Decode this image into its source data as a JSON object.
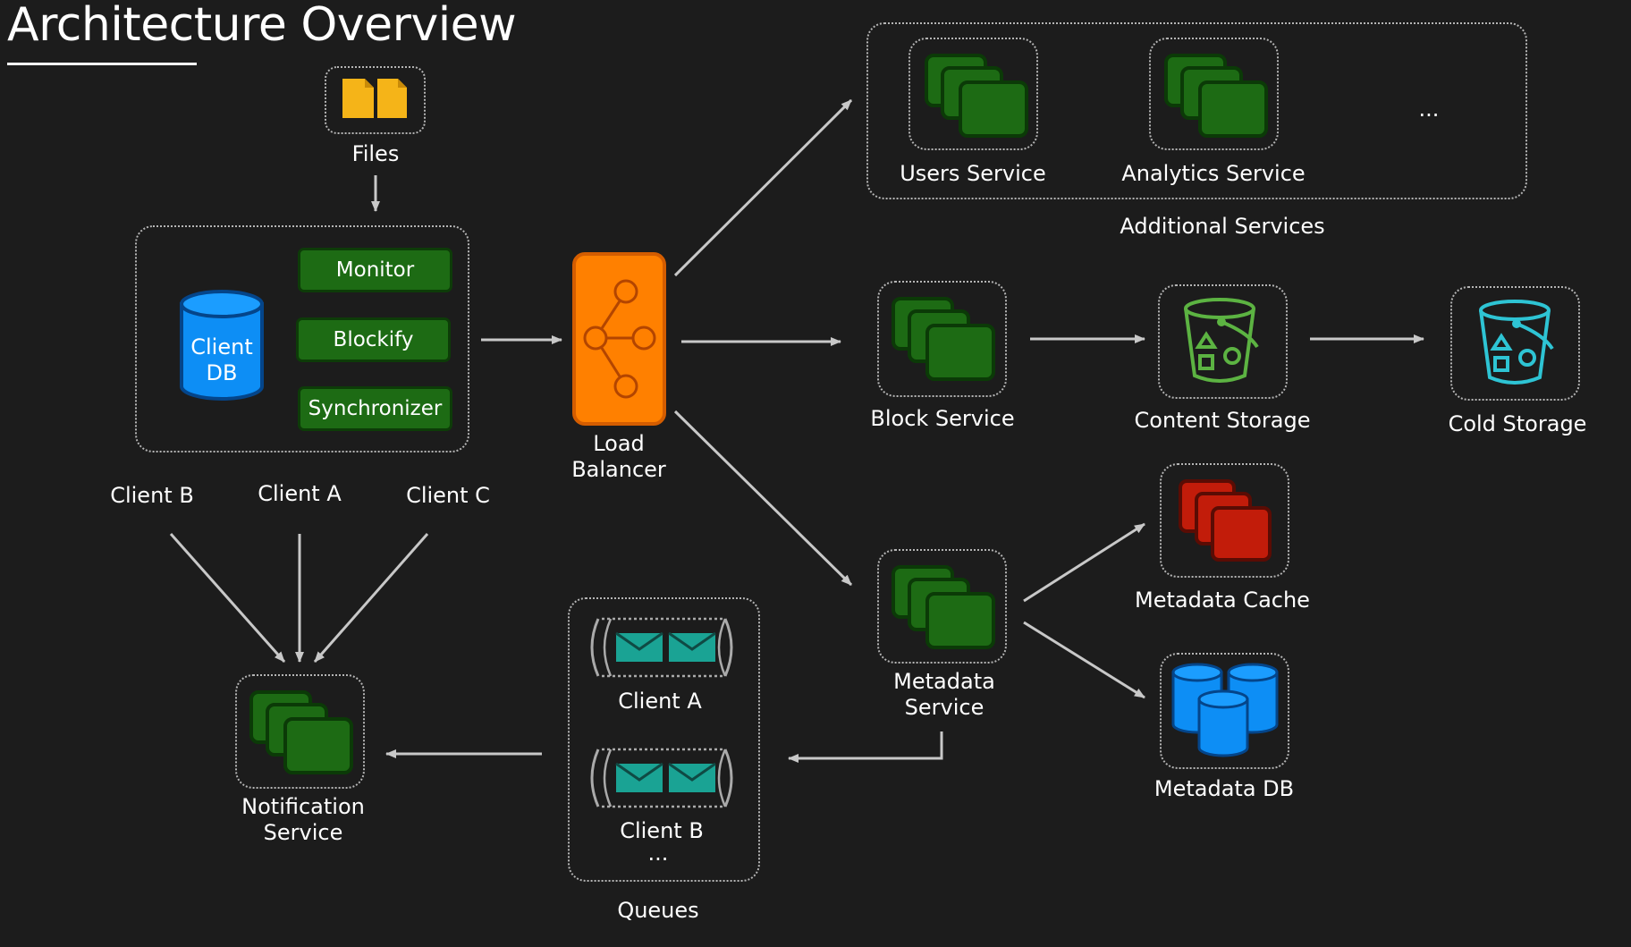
{
  "title": "Architecture Overview",
  "nodes": {
    "files": "Files",
    "monitor": "Monitor",
    "blockify": "Blockify",
    "synchronizer": "Synchronizer",
    "client_db_line1": "Client",
    "client_db_line2": "DB",
    "client_b": "Client B",
    "client_a": "Client A",
    "client_c": "Client C",
    "load_balancer_line1": "Load",
    "load_balancer_line2": "Balancer",
    "users_service": "Users Service",
    "analytics_service": "Analytics Service",
    "more_services": "...",
    "additional_services": "Additional Services",
    "block_service": "Block Service",
    "content_storage": "Content Storage",
    "cold_storage": "Cold Storage",
    "metadata_cache": "Metadata Cache",
    "metadata_db": "Metadata DB",
    "metadata_service_line1": "Metadata",
    "metadata_service_line2": "Service",
    "notification_service_line1": "Notification",
    "notification_service_line2": "Service",
    "queue_client_a": "Client A",
    "queue_client_b": "Client B",
    "queue_more": "...",
    "queues": "Queues"
  },
  "colors": {
    "background": "#1c1c1c",
    "service_green": "#1d6b14",
    "load_balancer_orange": "#ff8000",
    "database_blue": "#0d8ef5",
    "cache_red": "#c21c0a",
    "queue_teal": "#1aa394",
    "files_yellow": "#f5b418",
    "content_storage_green": "#5cb342",
    "cold_storage_cyan": "#2ec4d4",
    "arrow_gray": "#c8c8c8"
  },
  "icons": {
    "files": "file-icon",
    "client_db": "database-icon",
    "load_balancer": "network-hub-icon",
    "service": "stacked-windows-icon",
    "storage": "bucket-icon",
    "metadata_db": "database-cluster-icon",
    "queue": "message-queue-icon"
  }
}
